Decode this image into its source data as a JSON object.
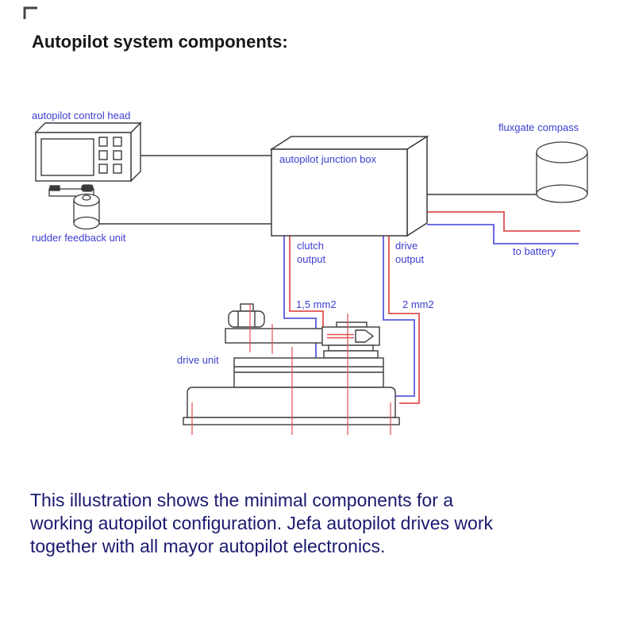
{
  "title": "Autopilot system components:",
  "diagram": {
    "labels": {
      "control_head": "autopilot control head",
      "rudder_feedback": "rudder feedback unit",
      "junction_box": "autopilot junction box",
      "fluxgate_compass": "fluxgate compass",
      "to_battery": "to battery",
      "clutch_output": [
        "clutch",
        "output"
      ],
      "drive_output": [
        "drive",
        "output"
      ],
      "clutch_wire_gauge": "1,5 mm2",
      "drive_wire_gauge": "2 mm2",
      "drive_unit": "drive unit"
    },
    "colors": {
      "label_blue": "#3d3dd2",
      "wire_red": "#e05050",
      "wire_blue": "#5959e0",
      "line_black": "#3a3a3a"
    }
  },
  "caption": {
    "lines": [
      "This illustration shows the minimal components for a",
      "working autopilot configuration. Jefa autopilot drives work",
      "together with all mayor autopilot electronics."
    ],
    "color": "#1a1a70"
  }
}
